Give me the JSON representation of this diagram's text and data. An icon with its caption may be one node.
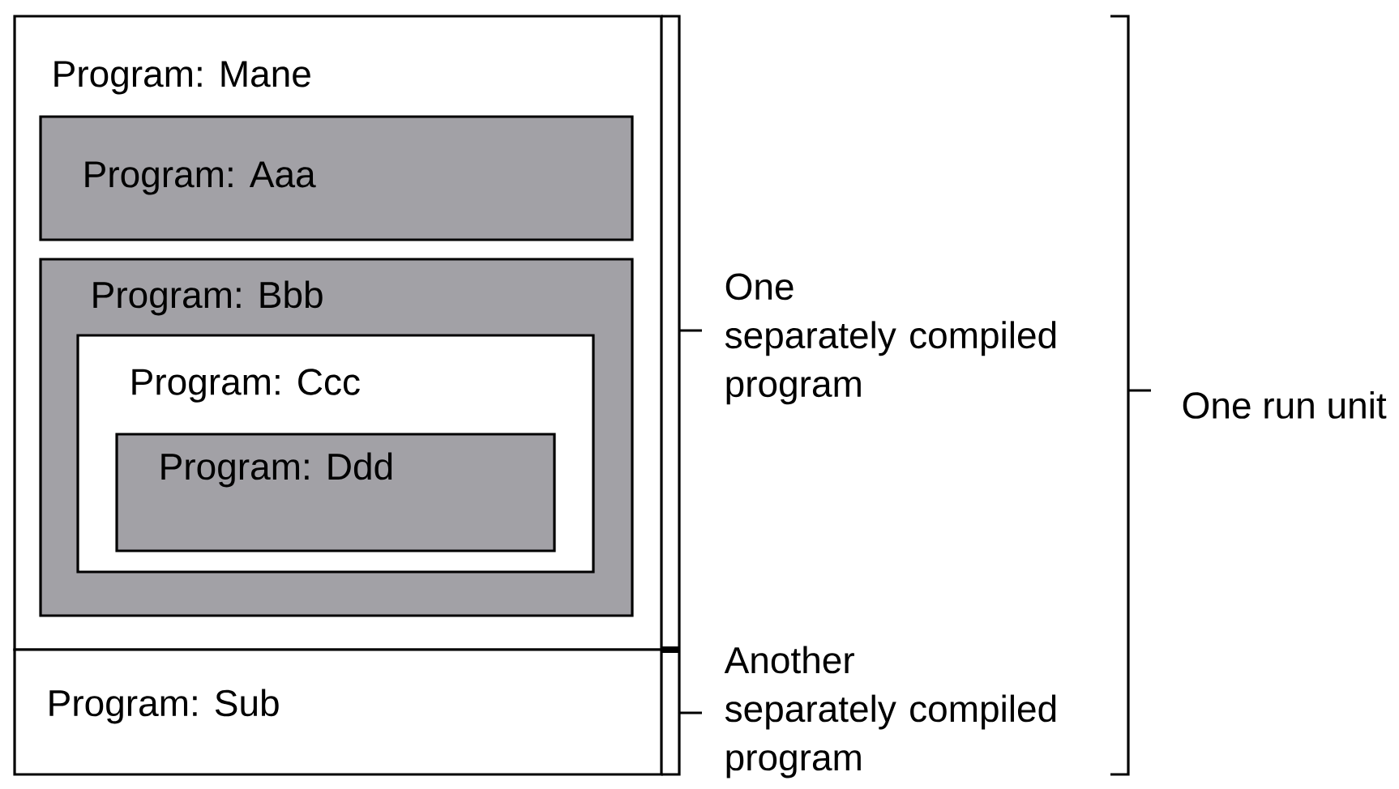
{
  "diagram": {
    "nodes": [
      {
        "text": [
          "Program:  Mane"
        ]
      },
      {
        "text": [
          "Program:  Aaa"
        ],
        "in": 0
      },
      {
        "text": [
          "Program:  Bbb"
        ],
        "in": 0
      },
      {
        "text": [
          "Program:  Ccc"
        ],
        "in": 2
      },
      {
        "text": [
          "Program:  Ddd"
        ],
        "in": 3
      },
      {
        "text": [
          "Program:  Sub"
        ]
      }
    ],
    "labels": [
      "One separately compiled program",
      "Another separately compiled program",
      "One run unit"
    ]
  }
}
